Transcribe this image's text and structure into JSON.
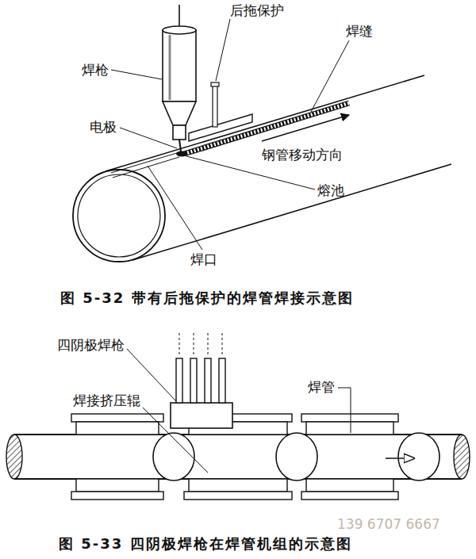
{
  "diagram": {
    "labels": [
      "焊枪",
      "后拖保护",
      "焊缝",
      "电极",
      "钢管移动方向",
      "熔池",
      "焊口",
      "图 5-32 带有后拖保护的焊管焊接示意图",
      "四阴极焊枪",
      "焊接挤压辊",
      "焊管",
      "图 5-33 四阴极焊枪在焊管机组的示意图",
      "139 6707 6667"
    ]
  }
}
